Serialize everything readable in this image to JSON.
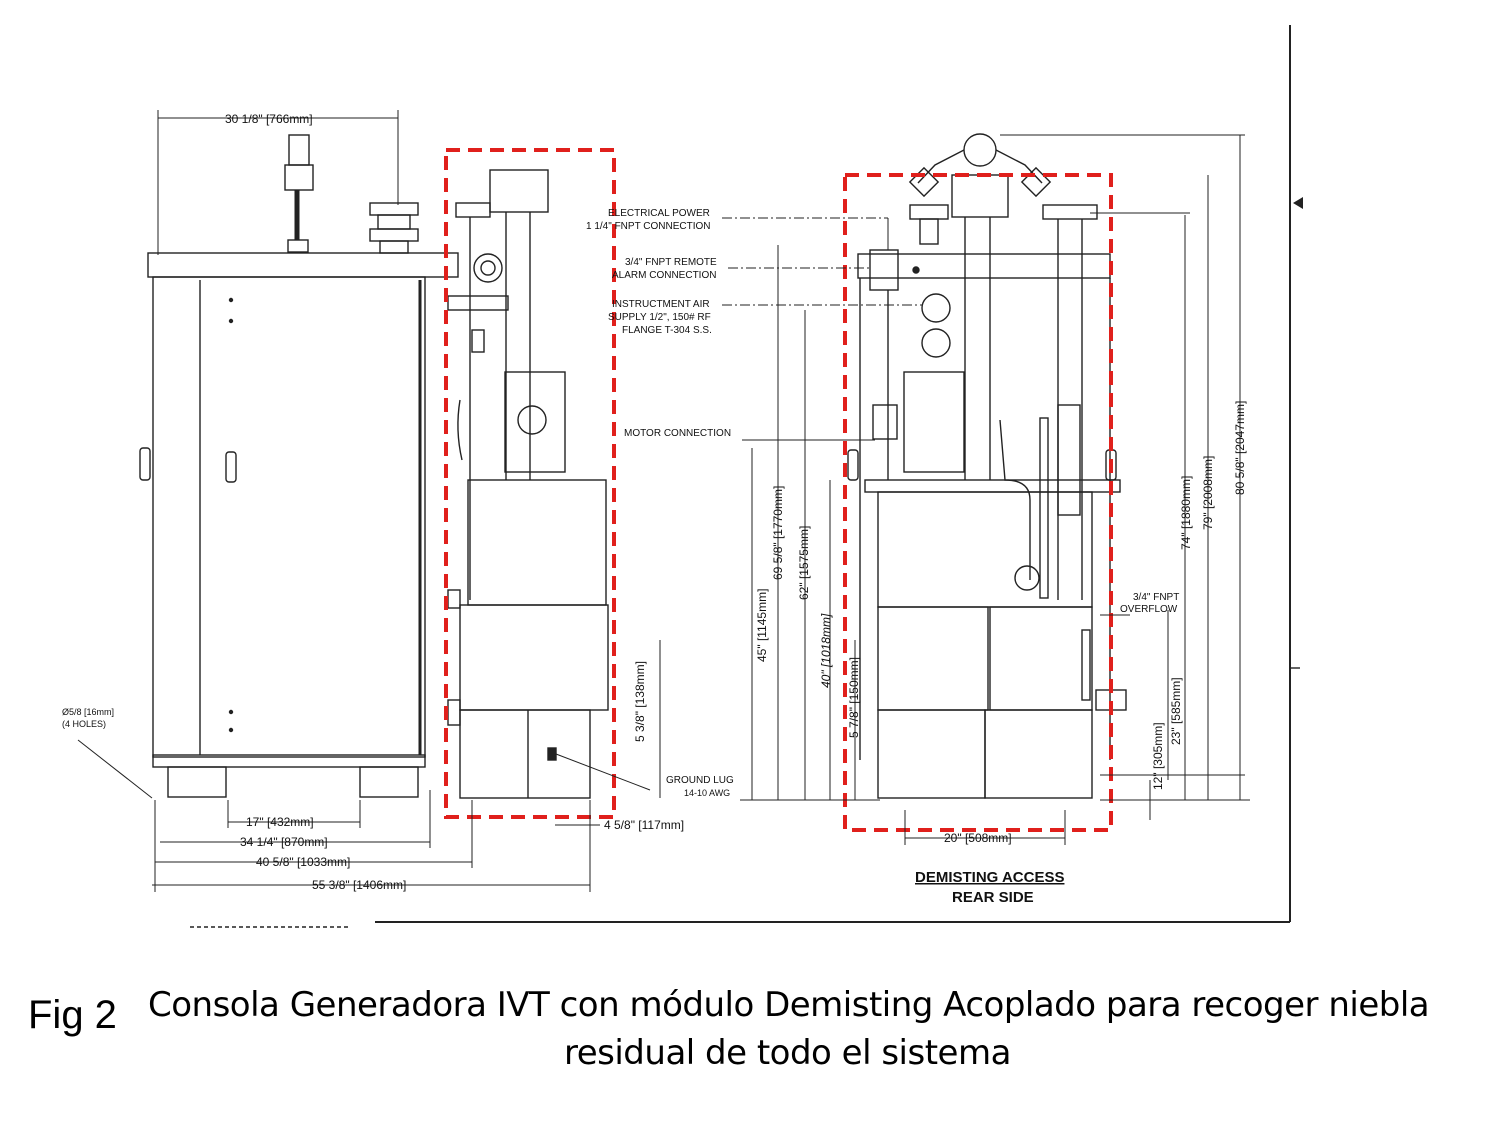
{
  "drawing": {
    "dimensions": {
      "top_width": "30 1/8\" [766mm]",
      "bolt_hole": "Ø5/8 [16mm]",
      "bolt_hole_count": "(4 HOLES)",
      "base_17": "17\" [432mm]",
      "base_34": "34 1/4\" [870mm]",
      "base_40": "40 5/8\" [1033mm]",
      "base_55": "55 3/8\" [1406mm]",
      "offset_4_5_8": "4 5/8\" [117mm]",
      "h_5_3_8": "5 3/8\" [138mm]",
      "h_45": "45\" [1145mm]",
      "h_69": "69 5/8\" [1770mm]",
      "h_62": "62\" [1575mm]",
      "h_40": "40\" [1018mm]",
      "h_5_7_8": "5 7/8\" [150mm]",
      "h_74": "74\" [1880mm]",
      "h_79": "79\" [2008mm]",
      "h_80": "80 5/8\" [2047mm]",
      "h_12": "12\" [305mm]",
      "h_23": "23\" [585mm]",
      "rear_width": "20\" [508mm]"
    },
    "callouts": {
      "electrical_1": "ELECTRICAL POWER",
      "electrical_2": "1 1/4\" FNPT CONNECTION",
      "alarm_1": "3/4\" FNPT REMOTE",
      "alarm_2": "ALARM CONNECTION",
      "air_1": "INSTRUCTMENT AIR",
      "air_2": "SUPPLY 1/2\", 150# RF",
      "air_3": "FLANGE T-304 S.S.",
      "motor": "MOTOR CONNECTION",
      "ground_1": "GROUND LUG",
      "ground_2": "14-10 AWG",
      "overflow_1": "3/4\" FNPT",
      "overflow_2": "OVERFLOW"
    },
    "view_title_1": "DEMISTING ACCESS",
    "view_title_2": "REAR SIDE",
    "colors": {
      "highlight": "#e0201c",
      "line": "#222222"
    }
  },
  "caption": {
    "fig_label": "Fig 2",
    "line1": "Consola Generadora IVT con módulo Demisting Acoplado para recoger niebla",
    "line2": "residual de todo el sistema"
  }
}
